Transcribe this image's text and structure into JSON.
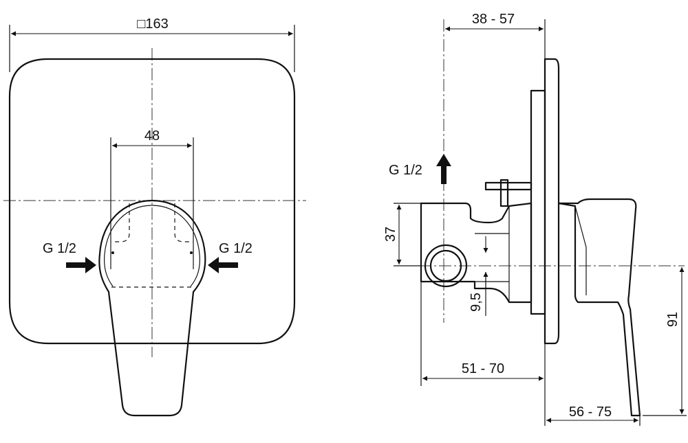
{
  "front_view": {
    "width_label": "□163",
    "handle_width_label": "48",
    "inlet_left_label": "G 1/2",
    "inlet_right_label": "G 1/2"
  },
  "side_view": {
    "outlet_label": "G 1/2",
    "depth_top_label": "38 - 57",
    "height_label": "37",
    "offset_label": "9,5",
    "depth_body_label": "51 - 70",
    "depth_handle_label": "56 - 75",
    "handle_height_label": "91"
  }
}
